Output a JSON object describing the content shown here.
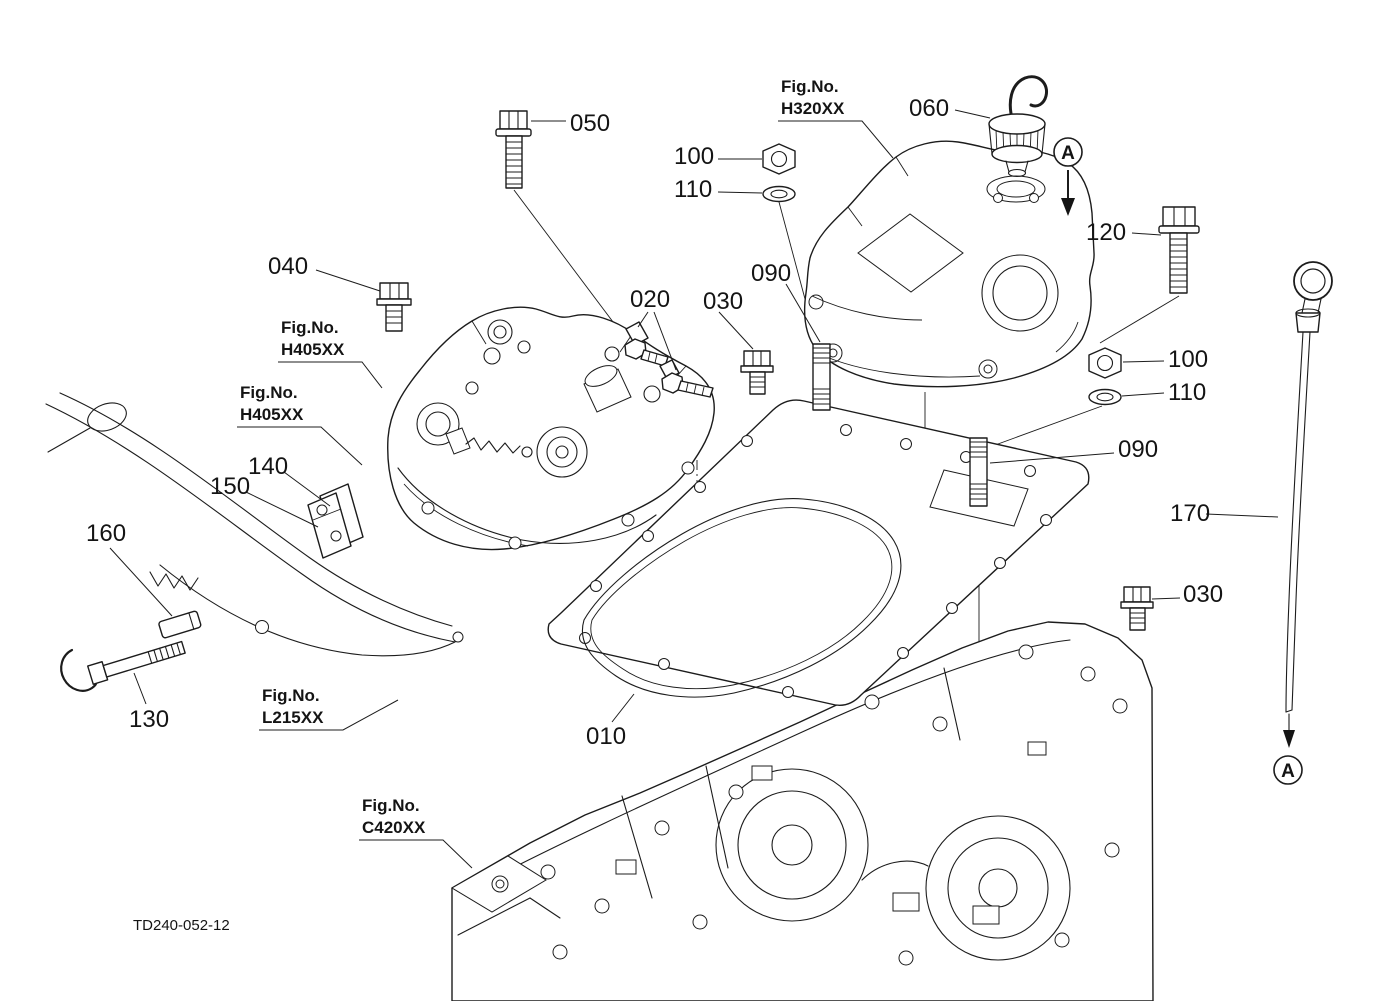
{
  "drawing": {
    "code": "TD240-052-12"
  },
  "part_labels": {
    "p010": "010",
    "p020": "020",
    "p030_left": "030",
    "p030_right": "030",
    "p040": "040",
    "p050": "050",
    "p060": "060",
    "p090_left": "090",
    "p090_right": "090",
    "p100_left": "100",
    "p100_right": "100",
    "p110_left": "110",
    "p110_right": "110",
    "p120": "120",
    "p130": "130",
    "p140": "140",
    "p150": "150",
    "p160": "160",
    "p170": "170"
  },
  "fig_refs": {
    "h320": {
      "caption": "Fig.No.",
      "code": "H320XX"
    },
    "h405_upper": {
      "caption": "Fig.No.",
      "code": "H405XX"
    },
    "h405_lower": {
      "caption": "Fig.No.",
      "code": "H405XX"
    },
    "l215": {
      "caption": "Fig.No.",
      "code": "L215XX"
    },
    "c420": {
      "caption": "Fig.No.",
      "code": "C420XX"
    }
  },
  "view_markers": {
    "a_top": "A",
    "a_bottom": "A"
  }
}
